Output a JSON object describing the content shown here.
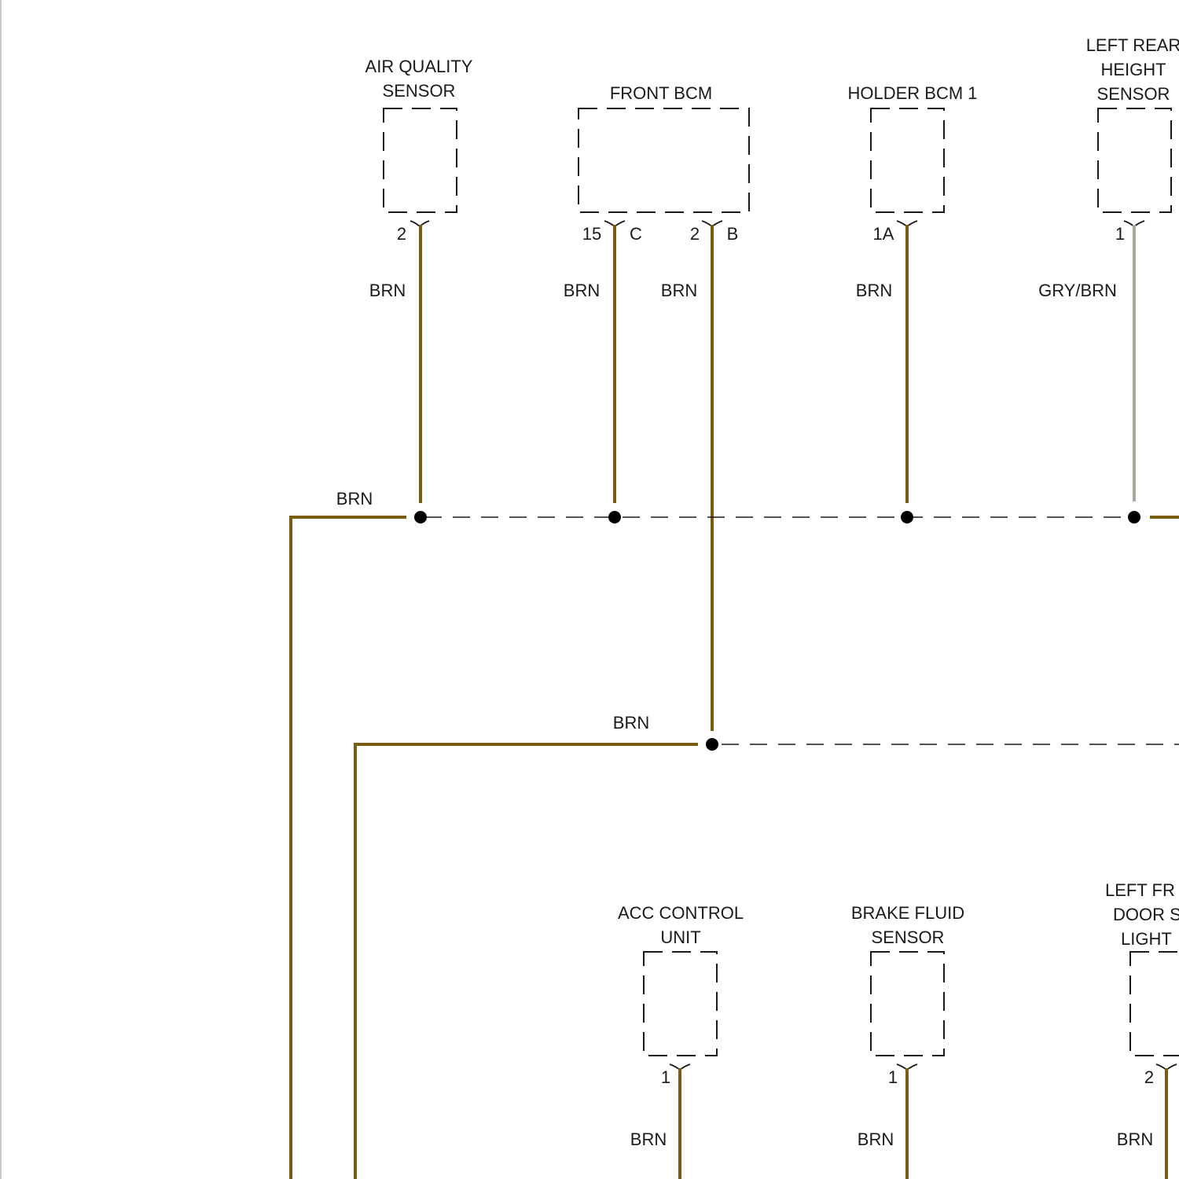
{
  "colors": {
    "brn": "#7a5c0f",
    "gry_brn": "#a9a9a0",
    "outline": "#1a1a1a",
    "splice": "#000000",
    "left_edge": "#c8c8c8"
  },
  "components": {
    "air_quality_sensor": {
      "line1": "AIR QUALITY",
      "line2": "SENSOR",
      "pin": "2",
      "wire": "BRN"
    },
    "front_bcm": {
      "title": "FRONT BCM",
      "pin_a": "15",
      "conn_a": "C",
      "wire_a": "BRN",
      "pin_b": "2",
      "conn_b": "B",
      "wire_b": "BRN"
    },
    "holder_bcm_1": {
      "title": "HOLDER BCM 1",
      "pin": "1A",
      "wire": "BRN"
    },
    "left_rear_height_sensor": {
      "line1": "LEFT REAR",
      "line2": "HEIGHT",
      "line3": "SENSOR",
      "pin": "1",
      "wire": "GRY/BRN"
    },
    "acc_control_unit": {
      "line1": "ACC CONTROL",
      "line2": "UNIT",
      "pin": "1",
      "wire": "BRN"
    },
    "brake_fluid_sensor": {
      "line1": "BRAKE FLUID",
      "line2": "SENSOR",
      "pin": "1",
      "wire": "BRN"
    },
    "left_front_door_light": {
      "line1": "LEFT FR",
      "line2": "DOOR S",
      "line3": "LIGHT",
      "pin": "2",
      "wire": "BRN"
    }
  },
  "buses": {
    "upper_wire_label": "BRN",
    "lower_wire_label": "BRN"
  }
}
